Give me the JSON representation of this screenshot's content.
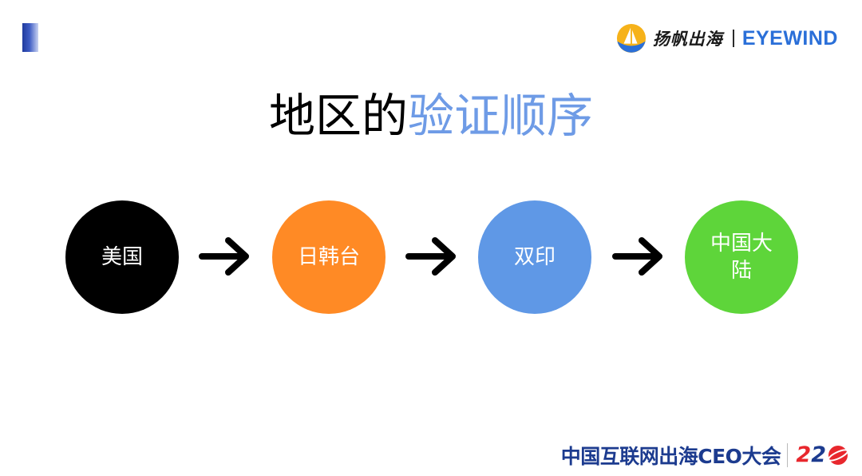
{
  "header": {
    "brand_cn": "扬帆出海",
    "brand_en": "EYEWIND"
  },
  "title": {
    "main": "地区的",
    "accent": "验证顺序"
  },
  "steps": [
    {
      "label": "美国",
      "color": "#000000"
    },
    {
      "label": "日韩台",
      "color": "#ff8a25"
    },
    {
      "label": "双印",
      "color": "#5f98e6"
    },
    {
      "label": "中国大陆",
      "color": "#5ed53a"
    }
  ],
  "footer": {
    "event": "中国互联网出海CEO大会",
    "year_a": "2",
    "year_b": "2"
  },
  "colors": {
    "accent": "#6e9be6",
    "brand_blue": "#2a6fd8",
    "footer_blue": "#1c3b8f",
    "footer_red": "#e8272d"
  }
}
